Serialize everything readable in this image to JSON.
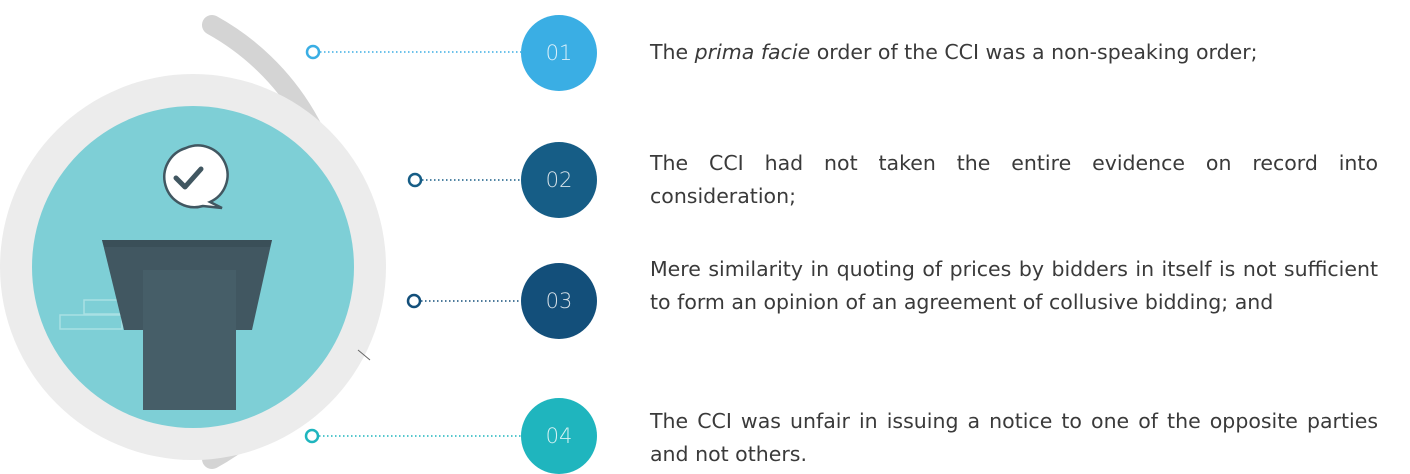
{
  "colors": {
    "badge_01": "#3aaee4",
    "badge_02": "#165d86",
    "badge_03": "#134f7a",
    "badge_04": "#1fb5be",
    "arc": "#d4d4d4",
    "disc": "#7ecfd6",
    "podium": "#415761"
  },
  "points": [
    {
      "number": "01",
      "text_before": "The ",
      "text_em": "prima facie",
      "text_after": " order of the CCI was a non-speaking order;"
    },
    {
      "number": "02",
      "text": "The CCI had not taken the entire evidence on record into consideration;"
    },
    {
      "number": "03",
      "text": "Mere similarity in quoting of prices by bidders in itself is not sufficient to form an opinion of an agreement of collusive bidding; and"
    },
    {
      "number": "04",
      "text": "The CCI was unfair in issuing a notice to one of the opposite parties and not others."
    }
  ],
  "icons": {
    "speech_bubble": "check-speech-bubble-icon",
    "podium": "podium-icon"
  }
}
